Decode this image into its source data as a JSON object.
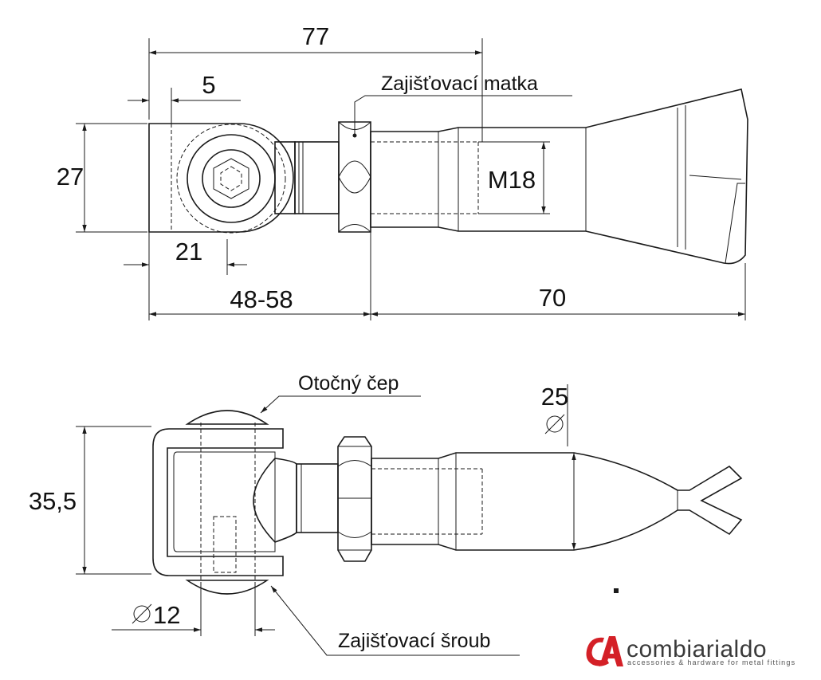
{
  "top_view": {
    "dim_overall_length": "77",
    "dim_eye_offset": "5",
    "dim_height": "27",
    "dim_eye_center": "21",
    "dim_body_range": "48-58",
    "dim_handle_length": "70",
    "thread_label": "M18",
    "callout_nut": "Zajišťovací matka"
  },
  "side_view": {
    "callout_pin": "Otočný čep",
    "dim_handle_diameter": "25",
    "dim_height": "35,5",
    "dim_pin_diameter": "12",
    "callout_screw": "Zajišťovací šroub"
  },
  "logo": {
    "text": "combiarialdo",
    "tagline": "accessories & hardware for metal fittings",
    "mark": "CA",
    "accent_color": "#d42027"
  }
}
